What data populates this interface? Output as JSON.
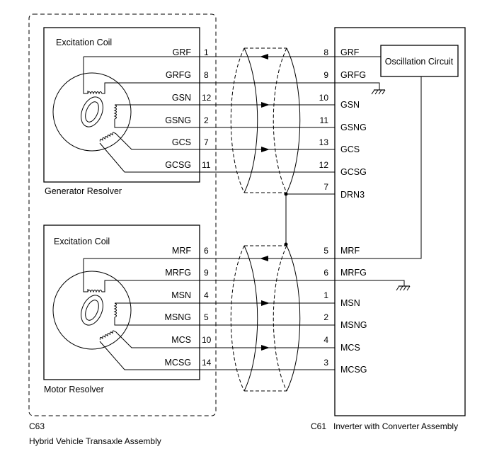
{
  "assemblies": {
    "transaxle_connector": "C63",
    "transaxle_name": "Hybrid Vehicle Transaxle Assembly",
    "inverter_connector": "C61",
    "inverter_name": "Inverter with Converter Assembly"
  },
  "generator_resolver": {
    "title": "Generator Resolver",
    "coil_label": "Excitation Coil",
    "wires": [
      {
        "left_label": "GRF",
        "left_pin": "1",
        "right_pin": "8",
        "right_label": "GRF"
      },
      {
        "left_label": "GRFG",
        "left_pin": "8",
        "right_pin": "9",
        "right_label": "GRFG"
      },
      {
        "left_label": "GSN",
        "left_pin": "12",
        "right_pin": "10",
        "right_label": "GSN"
      },
      {
        "left_label": "GSNG",
        "left_pin": "2",
        "right_pin": "11",
        "right_label": "GSNG"
      },
      {
        "left_label": "GCS",
        "left_pin": "7",
        "right_pin": "13",
        "right_label": "GCS"
      },
      {
        "left_label": "GCSG",
        "left_pin": "11",
        "right_pin": "12",
        "right_label": "GCSG"
      }
    ]
  },
  "motor_resolver": {
    "title": "Motor Resolver",
    "coil_label": "Excitation Coil",
    "wires": [
      {
        "left_label": "MRF",
        "left_pin": "6",
        "right_pin": "5",
        "right_label": "MRF"
      },
      {
        "left_label": "MRFG",
        "left_pin": "9",
        "right_pin": "6",
        "right_label": "MRFG"
      },
      {
        "left_label": "MSN",
        "left_pin": "4",
        "right_pin": "1",
        "right_label": "MSN"
      },
      {
        "left_label": "MSNG",
        "left_pin": "5",
        "right_pin": "2",
        "right_label": "MSNG"
      },
      {
        "left_label": "MCS",
        "left_pin": "10",
        "right_pin": "4",
        "right_label": "MCS"
      },
      {
        "left_label": "MCSG",
        "left_pin": "14",
        "right_pin": "3",
        "right_label": "MCSG"
      }
    ]
  },
  "drain": {
    "pin": "7",
    "label": "DRN3"
  },
  "oscillation_circuit": "Oscillation Circuit",
  "colors": {
    "line": "#000000",
    "background": "#ffffff"
  }
}
